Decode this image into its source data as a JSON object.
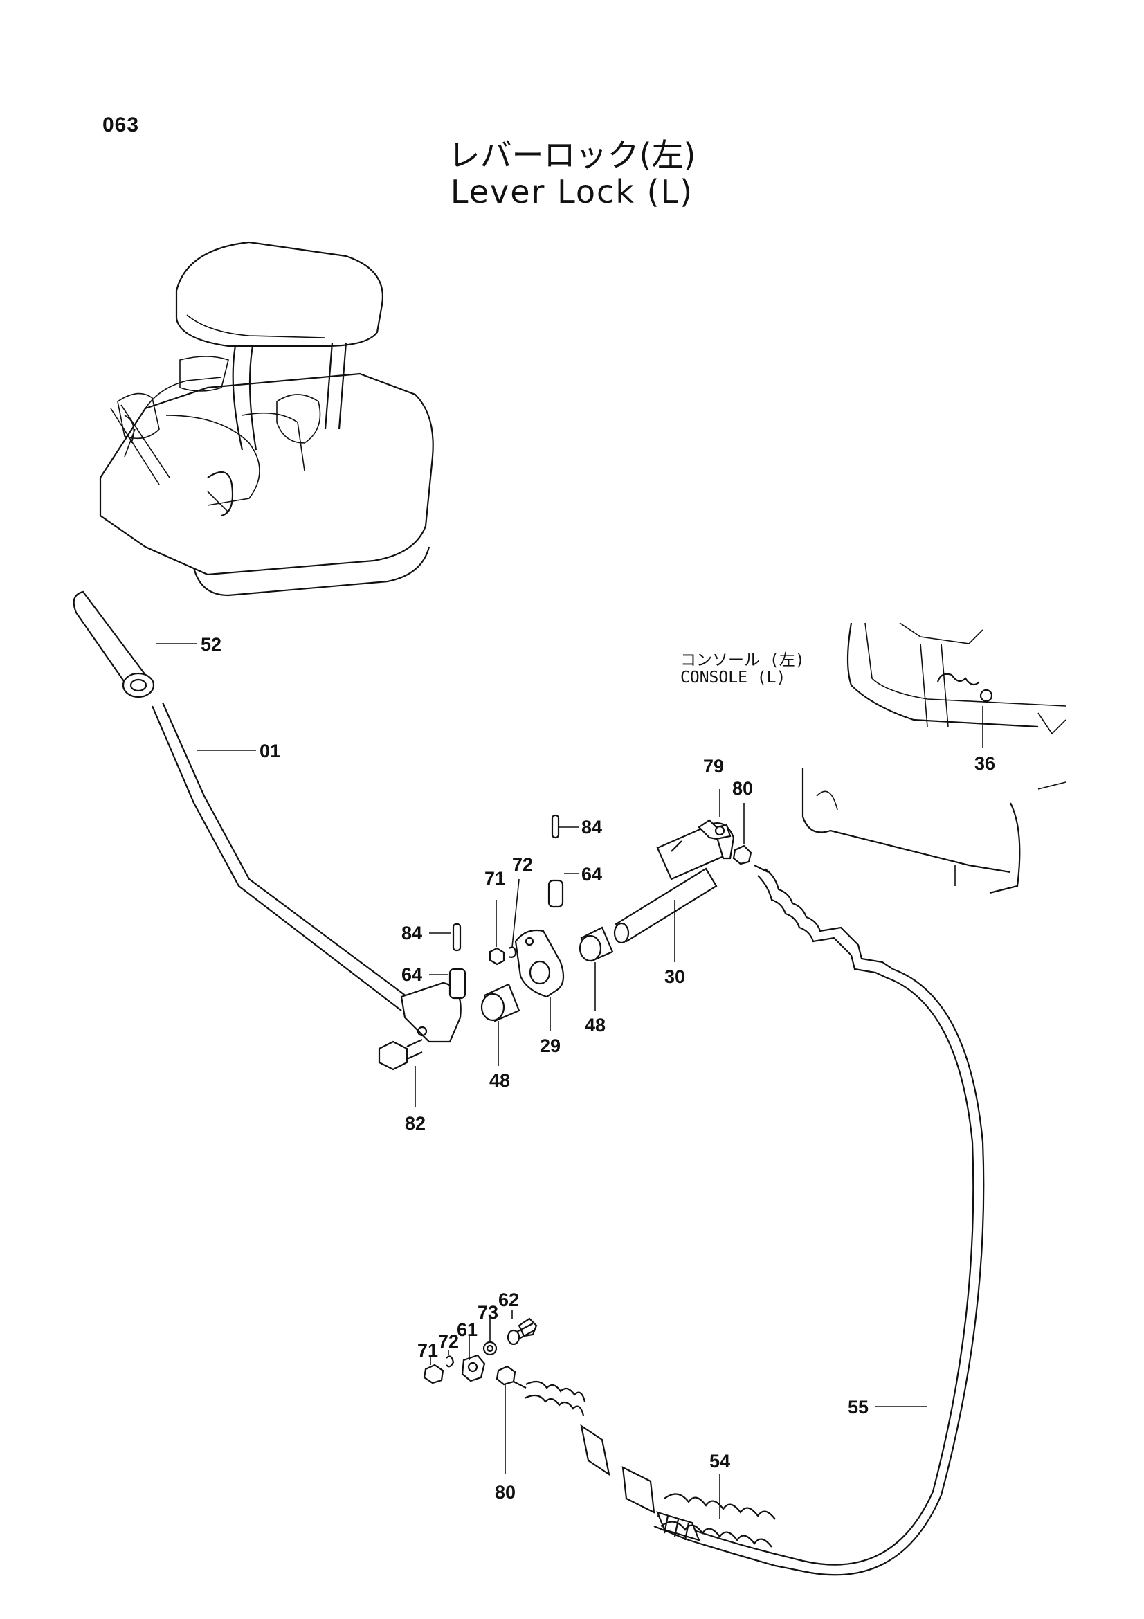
{
  "page_number": "063",
  "title": {
    "japanese": "レバーロック(左)",
    "english": "Lever Lock (L)"
  },
  "console_label": {
    "japanese": "コンソール (左)",
    "english": "CONSOLE (L)"
  },
  "callouts": {
    "c52": "52",
    "c01": "01",
    "c36": "36",
    "c79": "79",
    "c80_top": "80",
    "c84_upper": "84",
    "c64_upper": "64",
    "c71_upper": "71",
    "c72_upper": "72",
    "c84_lower": "84",
    "c64_lower": "64",
    "c30": "30",
    "c48_right": "48",
    "c29": "29",
    "c48_left": "48",
    "c82": "82",
    "c62": "62",
    "c73": "73",
    "c61": "61",
    "c72_lower": "72",
    "c71_lower": "71",
    "c80_bottom": "80",
    "c54": "54",
    "c55": "55"
  }
}
